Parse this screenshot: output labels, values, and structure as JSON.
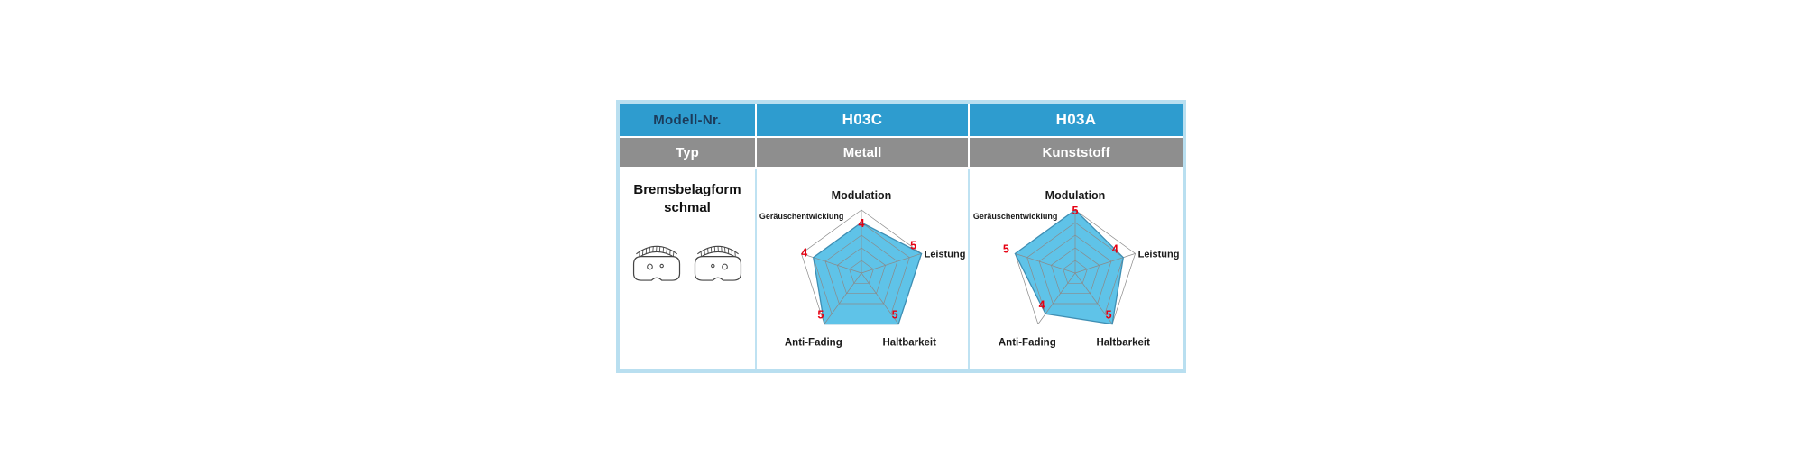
{
  "colors": {
    "card_border": "#b9dff0",
    "header_blue": "#2e9ccf",
    "header_gray": "#8e8e8e",
    "model_label_text": "#1c3b5a",
    "body_divider": "#bfe2f2",
    "radar_fill": "#5fc3e8",
    "radar_stroke": "#3f8fb4",
    "grid_line": "#8a8a8a",
    "value_red": "#e60012",
    "axis_label": "#1a1a1a"
  },
  "card": {
    "header": {
      "model_label": "Modell-Nr.",
      "models": [
        "H03C",
        "H03A"
      ]
    },
    "type_row": {
      "label": "Typ",
      "types": [
        "Metall",
        "Kunststoff"
      ]
    },
    "pad": {
      "title_line1": "Bremsbelagform",
      "title_line2": "schmal"
    }
  },
  "chart_data": [
    {
      "type": "radar",
      "model": "H03C",
      "material": "Metall",
      "axes": [
        "Modulation",
        "Leistung",
        "Haltbarkeit",
        "Anti-Fading",
        "Geräuschentwicklung"
      ],
      "values": [
        4,
        5,
        5,
        5,
        4
      ],
      "scale": {
        "min": 0,
        "max": 5,
        "rings": 5
      },
      "layout": {
        "grid": "pentagon-web",
        "value_labels": "red at data vertices"
      }
    },
    {
      "type": "radar",
      "model": "H03A",
      "material": "Kunststoff",
      "axes": [
        "Modulation",
        "Leistung",
        "Haltbarkeit",
        "Anti-Fading",
        "Geräuschentwicklung"
      ],
      "values": [
        5,
        4,
        5,
        4,
        5
      ],
      "scale": {
        "min": 0,
        "max": 5,
        "rings": 5
      },
      "layout": {
        "grid": "pentagon-web",
        "value_labels": "red at data vertices"
      }
    }
  ]
}
